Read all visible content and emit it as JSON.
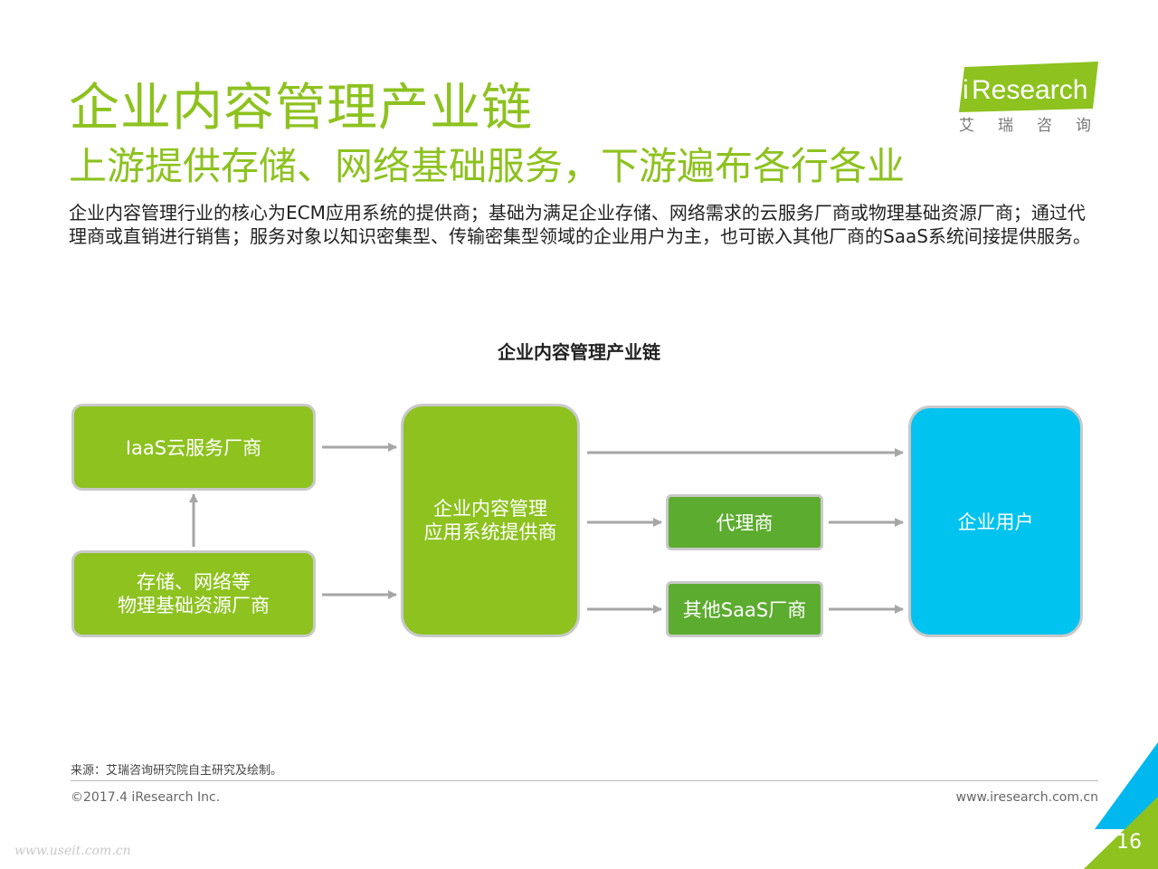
{
  "header": {
    "title": "企业内容管理产业链",
    "subtitle": "上游提供存储、网络基础服务，下游遍布各行各业",
    "description": "企业内容管理行业的核心为ECM应用系统的提供商；基础为满足企业存储、网络需求的云服务厂商或物理基础资源厂商；通过代理商或直销进行销售；服务对象以知识密集型、传输密集型领域的企业用户为主，也可嵌入其他厂商的SaaS系统间接提供服务。"
  },
  "logo": {
    "brand_i": "i",
    "brand_rest": "Research",
    "chinese": "艾瑞咨询"
  },
  "diagram": {
    "title": "企业内容管理产业链",
    "nodes": {
      "iaas": "IaaS云服务厂商",
      "storage": "存储、网络等\n物理基础资源厂商",
      "ecm": "企业内容管理\n应用系统提供商",
      "agent": "代理商",
      "saas": "其他SaaS厂商",
      "user": "企业用户"
    }
  },
  "footer": {
    "source": "来源：艾瑞咨询研究院自主研究及绘制。",
    "copyright": "©2017.4 iResearch Inc.",
    "website": "www.iresearch.com.cn",
    "page_number": "16",
    "watermark": "www.useit.com.cn"
  },
  "colors": {
    "title_green": "#8dc21f",
    "box_green": "#8dc21f",
    "dark_green": "#5cac2f",
    "user_blue": "#00c3f0",
    "arrow_gray": "#a6a6a6"
  }
}
